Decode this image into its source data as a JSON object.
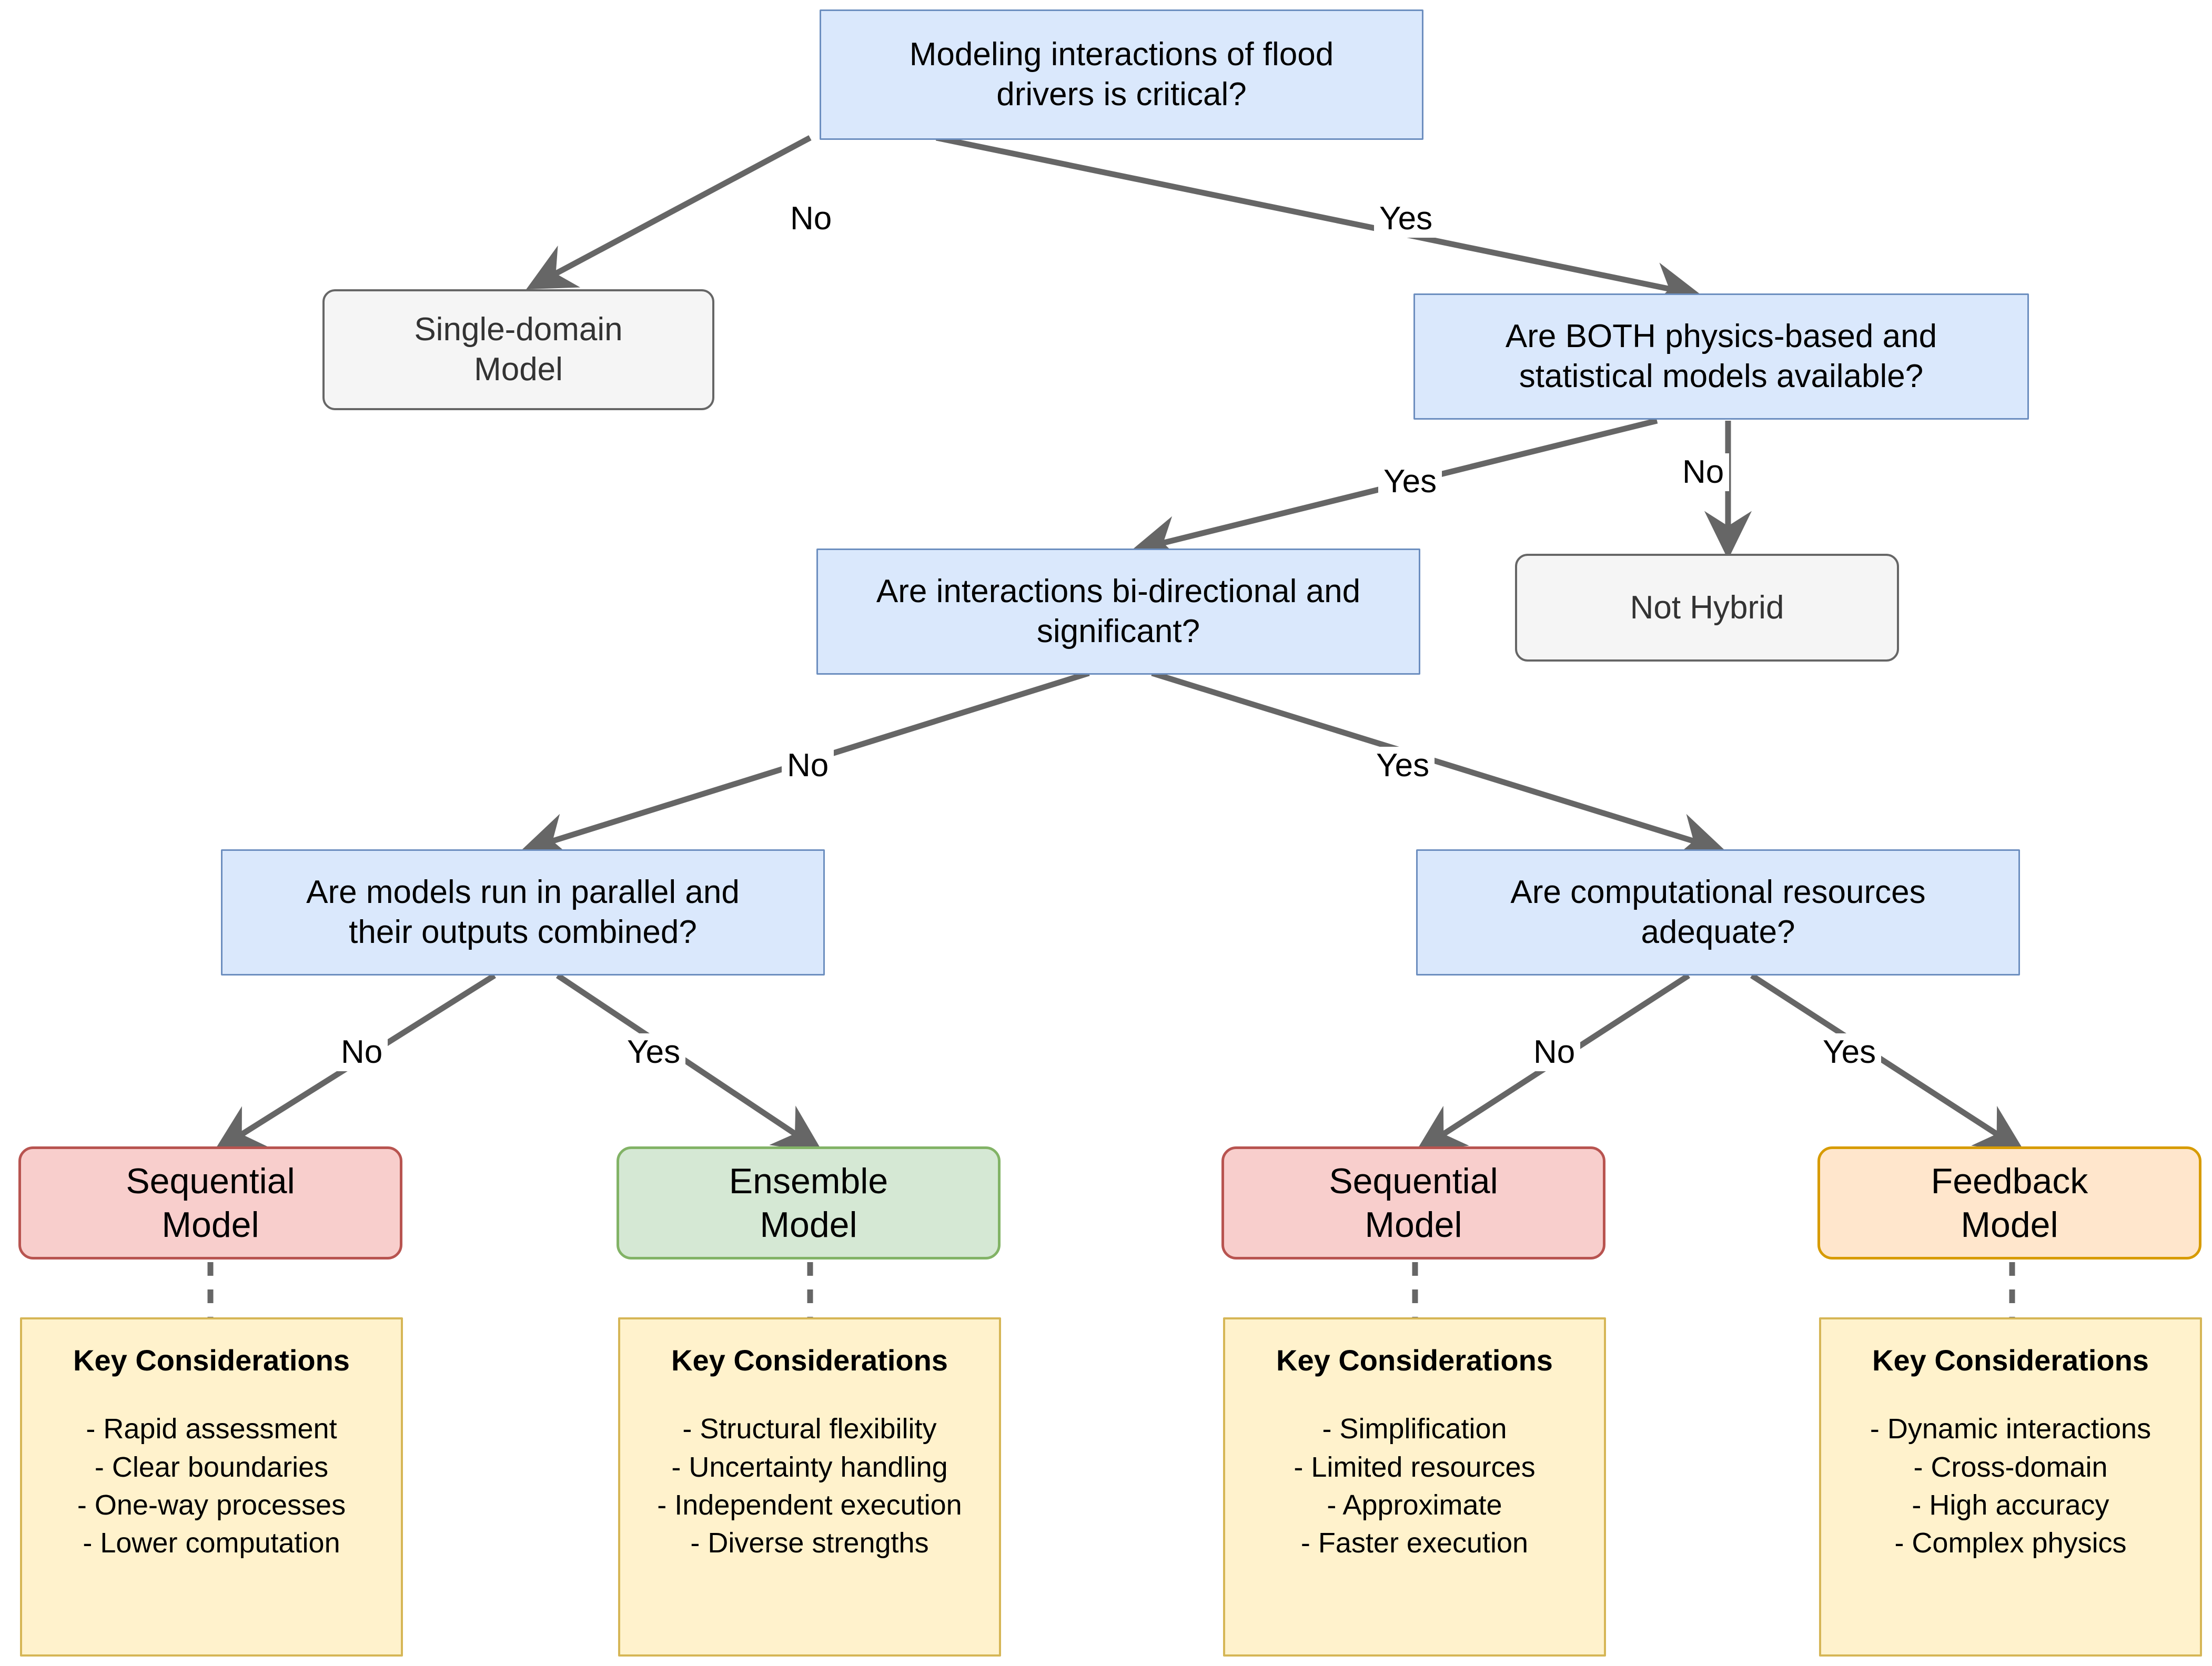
{
  "diagram": {
    "title": "Hybrid flood model selection decision tree",
    "colors": {
      "decision_fill": "#dae8fc",
      "decision_stroke": "#6c8ebf",
      "terminal_fill": "#f5f5f5",
      "terminal_stroke": "#666666",
      "sequential_fill": "#f8cecc",
      "sequential_stroke": "#b85450",
      "ensemble_fill": "#d5e8d4",
      "ensemble_stroke": "#82b366",
      "feedback_fill": "#ffe6cc",
      "feedback_stroke": "#d79b00",
      "note_fill": "#fff2cc",
      "note_stroke": "#d6b656",
      "edge_stroke": "#666666"
    },
    "nodes": {
      "root": {
        "line1": "Modeling interactions of flood",
        "line2": "drivers is critical?"
      },
      "single_domain": {
        "line1": "Single-domain",
        "line2": "Model"
      },
      "both_models": {
        "line1": "Are BOTH physics-based and",
        "line2": "statistical models available?"
      },
      "not_hybrid": {
        "line1": "Not Hybrid",
        "line2": ""
      },
      "bidirectional": {
        "line1": "Are interactions bi-directional and",
        "line2": "significant?"
      },
      "parallel": {
        "line1": "Are models run in parallel and",
        "line2": "their outputs combined?"
      },
      "resources": {
        "line1": "Are computational resources",
        "line2": "adequate?"
      },
      "sequential_left": {
        "line1": "Sequential",
        "line2": "Model"
      },
      "ensemble": {
        "line1": "Ensemble",
        "line2": "Model"
      },
      "sequential_right": {
        "line1": "Sequential",
        "line2": "Model"
      },
      "feedback": {
        "line1": "Feedback",
        "line2": "Model"
      }
    },
    "edge_labels": {
      "root_no": "No",
      "root_yes": "Yes",
      "both_yes": "Yes",
      "both_no": "No",
      "bidir_no": "No",
      "bidir_yes": "Yes",
      "parallel_no": "No",
      "parallel_yes": "Yes",
      "resources_no": "No",
      "resources_yes": "Yes"
    },
    "notes": [
      {
        "title": "Key Considerations",
        "items": [
          "- Rapid assessment",
          "- Clear boundaries",
          "- One-way processes",
          "- Lower computation"
        ]
      },
      {
        "title": "Key Considerations",
        "items": [
          "- Structural flexibility",
          "- Uncertainty handling",
          "- Independent execution",
          "- Diverse strengths"
        ]
      },
      {
        "title": "Key Considerations",
        "items": [
          "- Simplification",
          "- Limited resources",
          "- Approximate",
          "- Faster execution"
        ]
      },
      {
        "title": "Key Considerations",
        "items": [
          "- Dynamic interactions",
          "- Cross-domain",
          "- High accuracy",
          "- Complex physics"
        ]
      }
    ]
  }
}
